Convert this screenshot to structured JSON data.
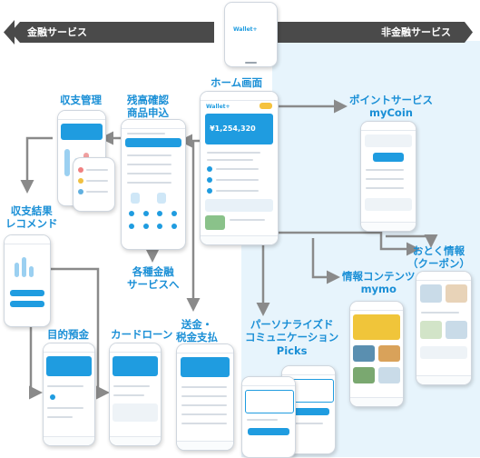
{
  "banner": {
    "left_label": "金融サービス",
    "right_label": "非金融サービス",
    "colors": {
      "dark": "#4a4a4a",
      "light_bg": "#e7f4fc",
      "accent": "#1a8fd6",
      "arrow": "#8a8a8a"
    }
  },
  "top_phone": {
    "logo": "Wallet+"
  },
  "home": {
    "label": "ホーム画面",
    "logo": "Wallet+",
    "balance": "¥1,254,320"
  },
  "nodes": {
    "balance_check": [
      "残高確認",
      "商品申込"
    ],
    "income_mgmt": "収支管理",
    "income_result": [
      "収支結果",
      "レコメンド"
    ],
    "financial_services": [
      "各種金融",
      "サービスへ"
    ],
    "savings": "目的預金",
    "card_loan": "カードローン",
    "transfer": [
      "送金・",
      "税金支払"
    ],
    "point": [
      "ポイントサービス",
      "myCoin"
    ],
    "coupon": [
      "おとく情報",
      "（クーポン）"
    ],
    "info": [
      "情報コンテンツ",
      "mymo"
    ],
    "personalized": [
      "パーソナライズド",
      "コミュニケーション",
      "Picks"
    ]
  }
}
